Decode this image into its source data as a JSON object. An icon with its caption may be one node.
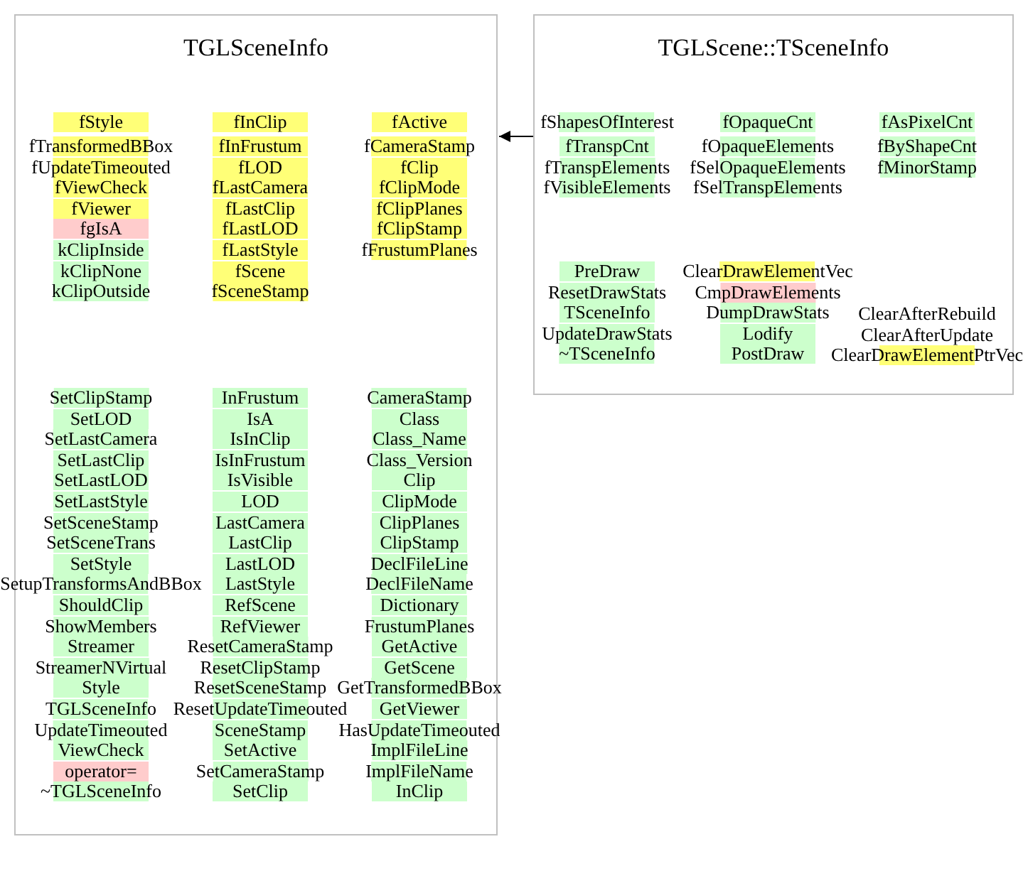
{
  "diagram": {
    "nodes": [
      {
        "text": [
          "TGLSceneInfo"
        ]
      },
      {
        "text": [
          "TGLScene::TSceneInfo"
        ]
      }
    ],
    "edges": [
      {
        "from": 1,
        "to": 0,
        "arrow": "to"
      }
    ],
    "labels": [
      "fStyle",
      "fTransformedBBox",
      "fUpdateTimeouted",
      "fViewCheck",
      "fViewer",
      "fgIsA",
      "kClipInside",
      "kClipNone",
      "kClipOutside",
      "fInClip",
      "fInFrustum",
      "fLOD",
      "fLastCamera",
      "fLastClip",
      "fLastLOD",
      "fLastStyle",
      "fScene",
      "fSceneStamp",
      "fActive",
      "fCameraStamp",
      "fClip",
      "fClipMode",
      "fClipPlanes",
      "fClipStamp",
      "fFrustumPlanes",
      "SetClipStamp",
      "SetLOD",
      "SetLastCamera",
      "SetLastClip",
      "SetLastLOD",
      "SetLastStyle",
      "SetSceneStamp",
      "SetSceneTrans",
      "SetStyle",
      "SetupTransformsAndBBox",
      "ShouldClip",
      "ShowMembers",
      "Streamer",
      "StreamerNVirtual",
      "Style",
      "TGLSceneInfo",
      "UpdateTimeouted",
      "ViewCheck",
      "operator=",
      "~TGLSceneInfo",
      "InFrustum",
      "IsA",
      "IsInClip",
      "IsInFrustum",
      "IsVisible",
      "LOD",
      "LastCamera",
      "LastClip",
      "LastLOD",
      "LastStyle",
      "RefScene",
      "RefViewer",
      "ResetCameraStamp",
      "ResetClipStamp",
      "ResetSceneStamp",
      "ResetUpdateTimeouted",
      "SceneStamp",
      "SetActive",
      "SetCameraStamp",
      "SetClip",
      "CameraStamp",
      "Class",
      "Class_Name",
      "Class_Version",
      "Clip",
      "ClipMode",
      "ClipPlanes",
      "ClipStamp",
      "DeclFileLine",
      "DeclFileName",
      "Dictionary",
      "FrustumPlanes",
      "GetActive",
      "GetScene",
      "GetTransformedBBox",
      "GetViewer",
      "HasUpdateTimeouted",
      "ImplFileLine",
      "ImplFileName",
      "InClip",
      "fShapesOfInterest",
      "fTranspCnt",
      "fTranspElements",
      "fVisibleElements",
      "fOpaqueCnt",
      "fOpaqueElements",
      "fSelOpaqueElements",
      "fSelTranspElements",
      "fAsPixelCnt",
      "fByShapeCnt",
      "fMinorStamp",
      "PreDraw",
      "ResetDrawStats",
      "TSceneInfo",
      "UpdateDrawStats",
      "~TSceneInfo",
      "ClearDrawElementVec",
      "CmpDrawElements",
      "DumpDrawStats",
      "Lodify",
      "PostDraw",
      "ClearAfterRebuild",
      "ClearAfterUpdate",
      "ClearDrawElementPtrVec"
    ]
  }
}
